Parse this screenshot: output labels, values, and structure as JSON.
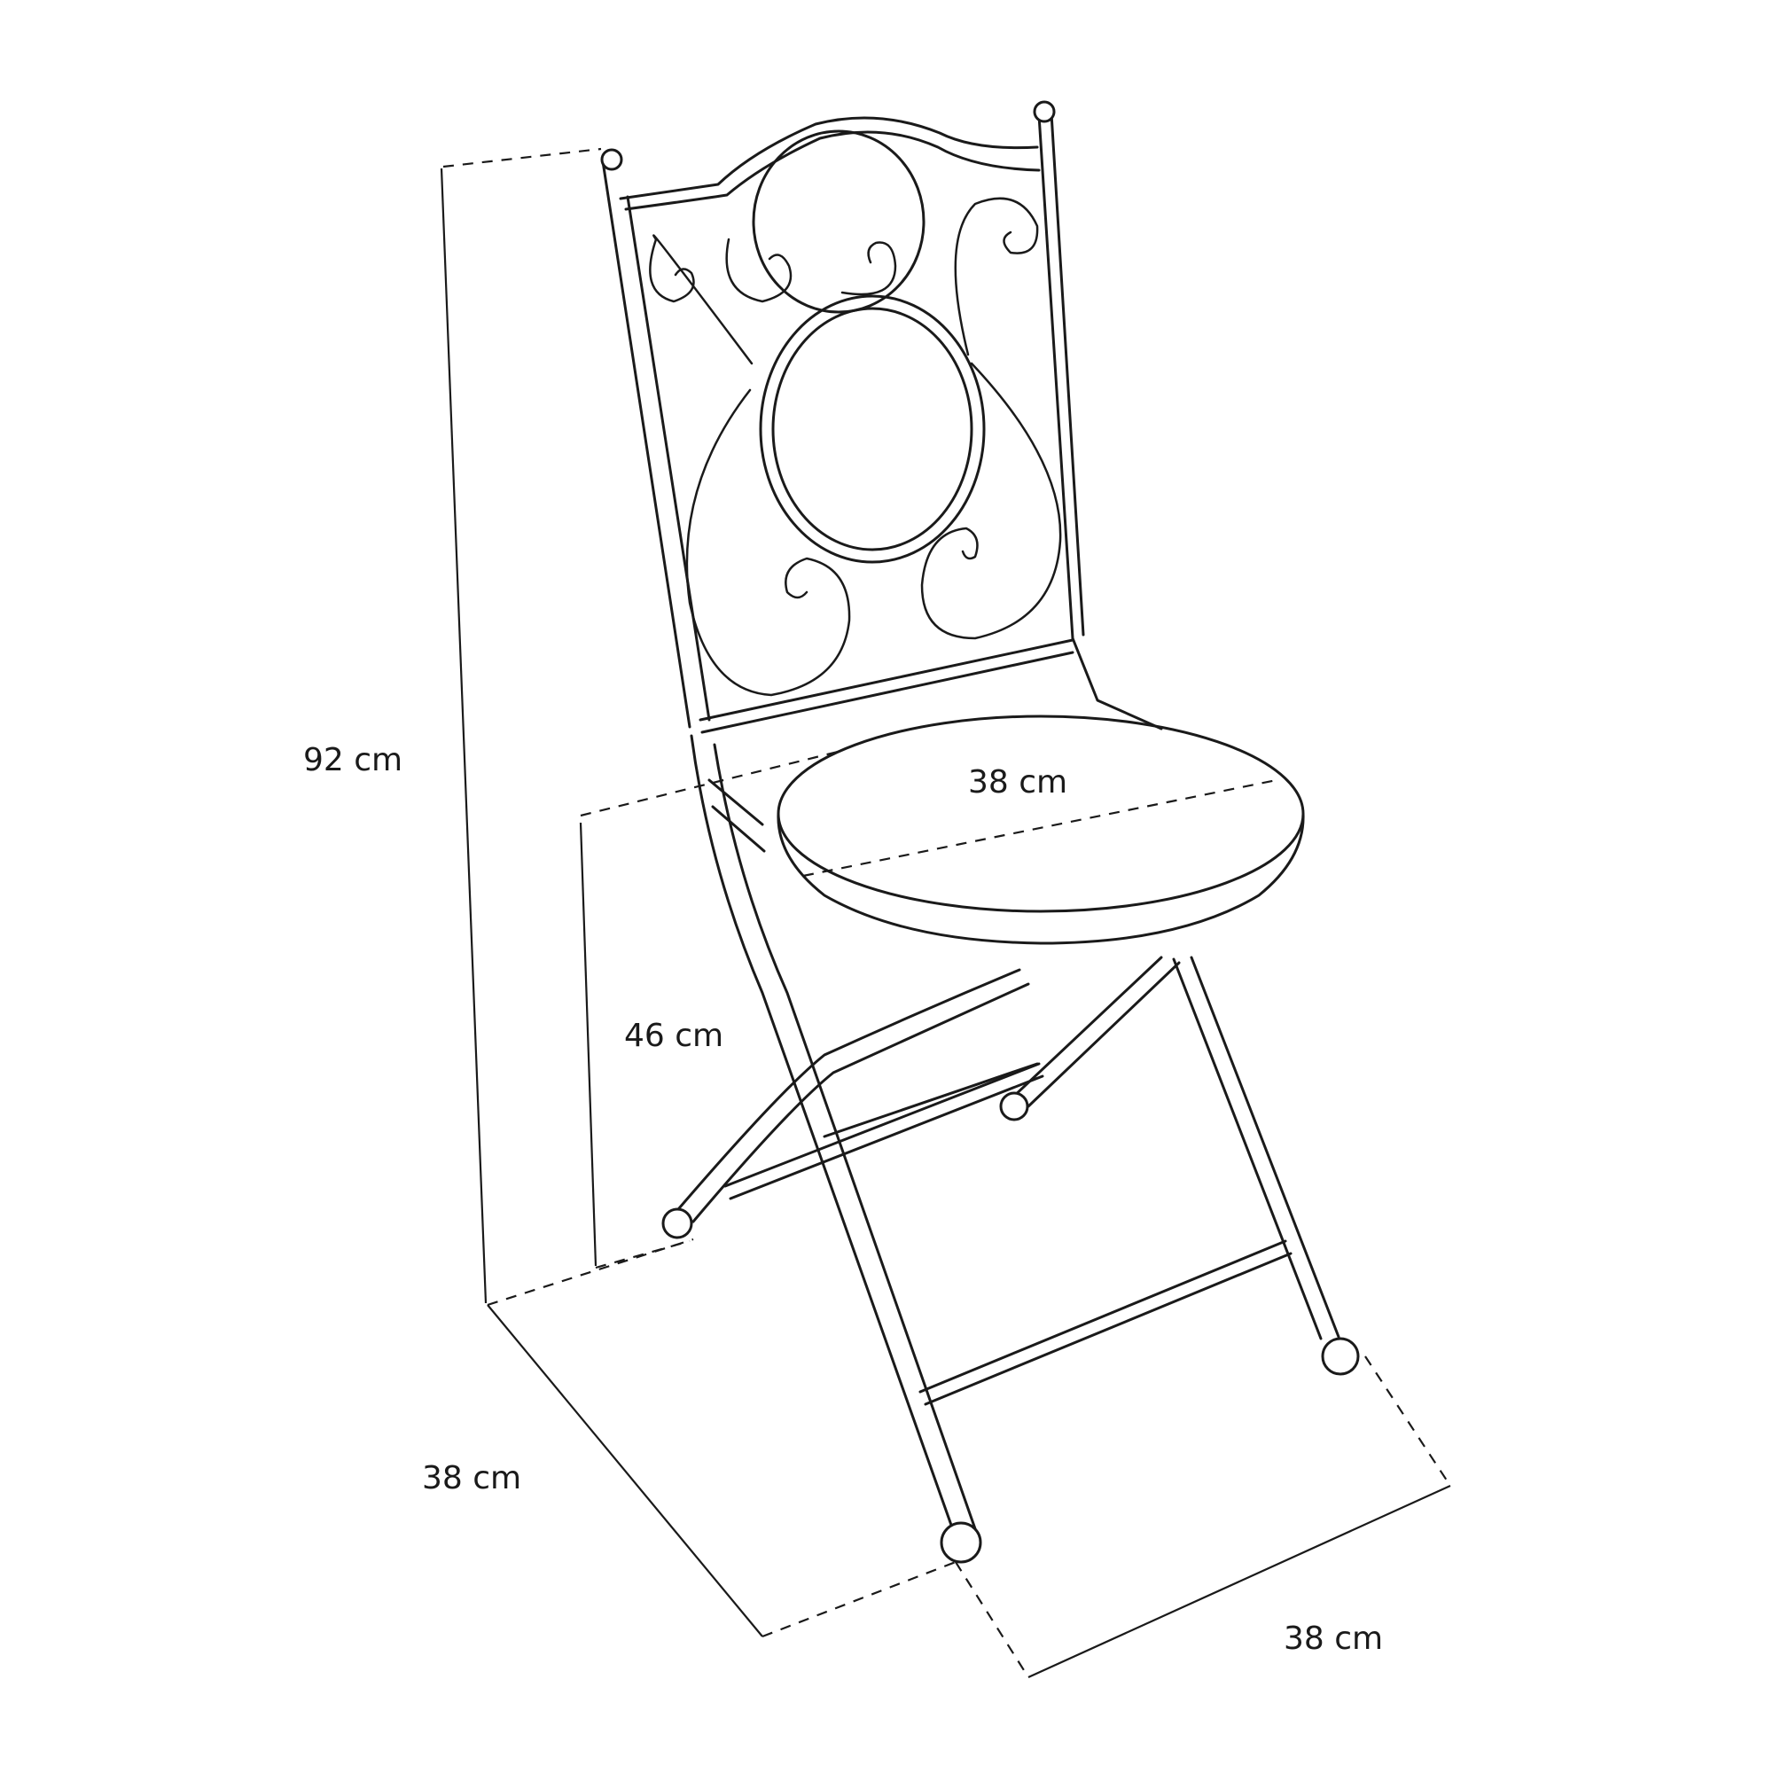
{
  "dimensions": {
    "total_height": "92 cm",
    "seat_height": "46 cm",
    "seat_diameter": "38 cm",
    "depth": "38 cm",
    "width": "38 cm"
  },
  "colors": {
    "stroke": "#1a1a1a",
    "background": "#ffffff"
  }
}
